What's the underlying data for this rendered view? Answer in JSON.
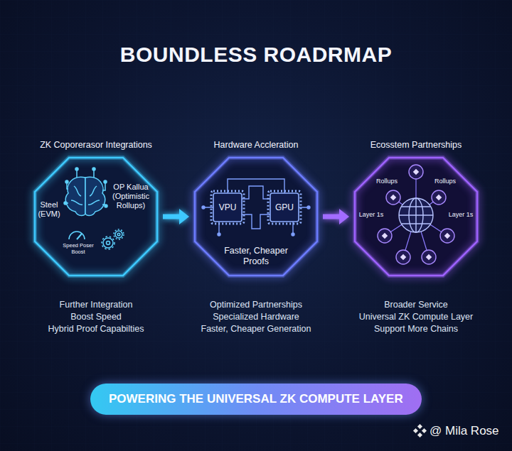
{
  "diagram": {
    "title": "BOUNDLESS ROADRMAP",
    "nodes": [
      {
        "text": [
          "ZK Coporerasor Integrations",
          "Steel (EVM)",
          "OP Kallua (Optimistic Rollups)",
          "Speed Poser Boost",
          "Further Integration",
          "Boost Speed",
          "Hybrid Proof Capabilties"
        ]
      },
      {
        "text": [
          "Hardware Accleration",
          "VPU",
          "GPU",
          "Faster, Cheaper Proofs",
          "Optimized Partnerships",
          "Specialized Hardware",
          "Faster, Cheaper Generation"
        ]
      },
      {
        "text": [
          "Ecosstem Partnerships",
          "Rollups",
          "Rollups",
          "Layer 1s",
          "Layer 1s",
          "Broader Service",
          "Universal ZK Compute Layer",
          "Support More Chains"
        ]
      },
      {
        "text": [
          "POWERING THE UNIVERSAL ZK COMPUTE LAYER"
        ]
      }
    ],
    "edges": [
      {
        "from": 0,
        "to": 1,
        "arrow": "to"
      },
      {
        "from": 1,
        "to": 2,
        "arrow": "to"
      }
    ],
    "labels": [
      "@ Mila Rose"
    ]
  }
}
